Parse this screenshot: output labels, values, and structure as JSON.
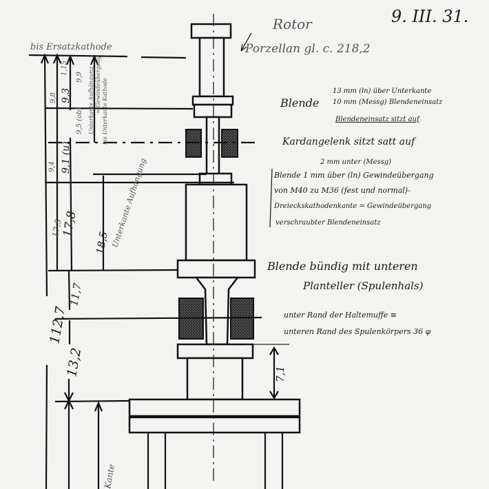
{
  "header": {
    "date": "9. III. 31.",
    "rotor_label": "Rotor",
    "rotor_note": "Porzellan gl. c. 218,2"
  },
  "top_left_label": "bis Ersatzkathode",
  "dimensions": {
    "d_9_8": "9,8",
    "d_9_3": "9,3",
    "d_9_5": "9,5 (ob)",
    "d_9_9": "9,9",
    "d_1_15": "1,15",
    "d_9_4": "9,4",
    "d_9_1": "9,1 (u)",
    "d_17_8": "17,8",
    "d_17_5": "17,5",
    "d_18_5": "18,5",
    "d_112_7": "112,7",
    "d_11_7": "11,7",
    "d_13_2": "13,2",
    "d_7_1": "7,1",
    "side_note_1": "Unterkante Aufhängung",
    "side_note_2": "= Gewindeübergang",
    "side_note_3": "bis Unterkante Kathode",
    "bottom_note": "Kante"
  },
  "notes": {
    "blende_a_label": "Blende",
    "blende_a_line1": "13 mm (ln)  über Unterkante",
    "blende_a_line2": "10 mm (Messg) Blendeneinsatz",
    "blende_a_line3": "Blendeneinsatz sitzt auf",
    "kardan": "Kardangelenk sitzt satt auf",
    "two_mm": "2 mm unter (Messg)",
    "blende_b_line1": "Blende 1 mm über (ln) Gewindeübergang",
    "blende_b_line2": "von M40 zu M36 (fest und normal)-",
    "blende_b_line3": "Dreieckskathodenkante = Gewindeübergang",
    "blende_b_line4": "verschraubter Blendeneinsatz",
    "blende_c_line1": "Blende bündig mit unteren",
    "blende_c_line2": "Planteller (Spulenhals)",
    "rand_line1": "unter Rand der Haltemuffe ≡",
    "rand_line2": "unteren Rand des Spulenkörpers 36 φ"
  }
}
